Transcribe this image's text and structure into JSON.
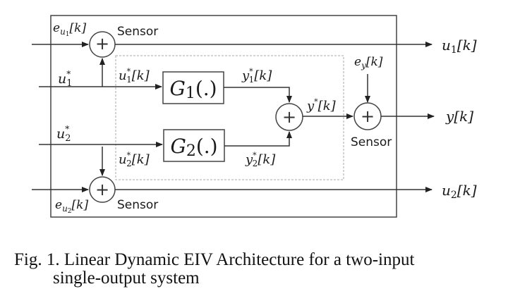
{
  "figure": {
    "caption_line1": "Fig. 1. Linear Dynamic EIV Architecture for a two-input",
    "caption_line2": "single-output system"
  },
  "blocks": {
    "g1": {
      "name": "G",
      "sub": "1",
      "args": "(.)"
    },
    "g2": {
      "name": "G",
      "sub": "2",
      "args": "(.)"
    }
  },
  "sensors": {
    "top": "Sensor",
    "right": "Sensor",
    "bottom": "Sensor"
  },
  "signals": {
    "e_u1": {
      "base": "e",
      "sub": "u",
      "subsub": "1",
      "suffix": "[k]"
    },
    "e_u2": {
      "base": "e",
      "sub": "u",
      "subsub": "2",
      "suffix": "[k]"
    },
    "e_y": {
      "base": "e",
      "sub": "y",
      "suffix": "[k]"
    },
    "u1_star_in": {
      "base": "u",
      "sup": "*",
      "sub": "1"
    },
    "u2_star_in": {
      "base": "u",
      "sup": "*",
      "sub": "2"
    },
    "u1_star_k": {
      "base": "u",
      "sup": "*",
      "sub": "1",
      "suffix": "[k]"
    },
    "u2_star_k": {
      "base": "u",
      "sup": "*",
      "sub": "2",
      "suffix": "[k]"
    },
    "y1_star_k": {
      "base": "y",
      "sup": "*",
      "sub": "1",
      "suffix": "[k]"
    },
    "y2_star_k": {
      "base": "y",
      "sup": "*",
      "sub": "2",
      "suffix": "[k]"
    },
    "y_star_k": {
      "base": "y",
      "sup": "*",
      "suffix": "[k]"
    },
    "u1_k": {
      "base": "u",
      "sub": "1",
      "suffix": "[k]"
    },
    "u2_k": {
      "base": "u",
      "sub": "2",
      "suffix": "[k]"
    },
    "y_k": {
      "base": "y",
      "suffix": "[k]"
    }
  },
  "summing_junction_symbol": "+"
}
